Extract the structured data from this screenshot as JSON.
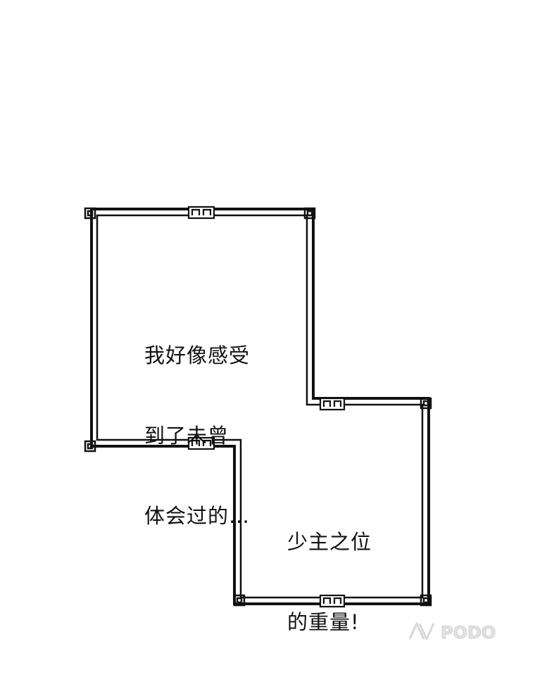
{
  "panel": {
    "caption_1": {
      "lines": [
        "我好像感受",
        "到了未曾",
        "体会过的…"
      ]
    },
    "caption_2": {
      "lines": [
        "少主之位",
        "的重量!"
      ]
    }
  },
  "watermark": {
    "text": "PODO"
  },
  "colors": {
    "background": "#ffffff",
    "frame": "#111111",
    "text": "#111111",
    "watermark": "#d8d8d8"
  }
}
